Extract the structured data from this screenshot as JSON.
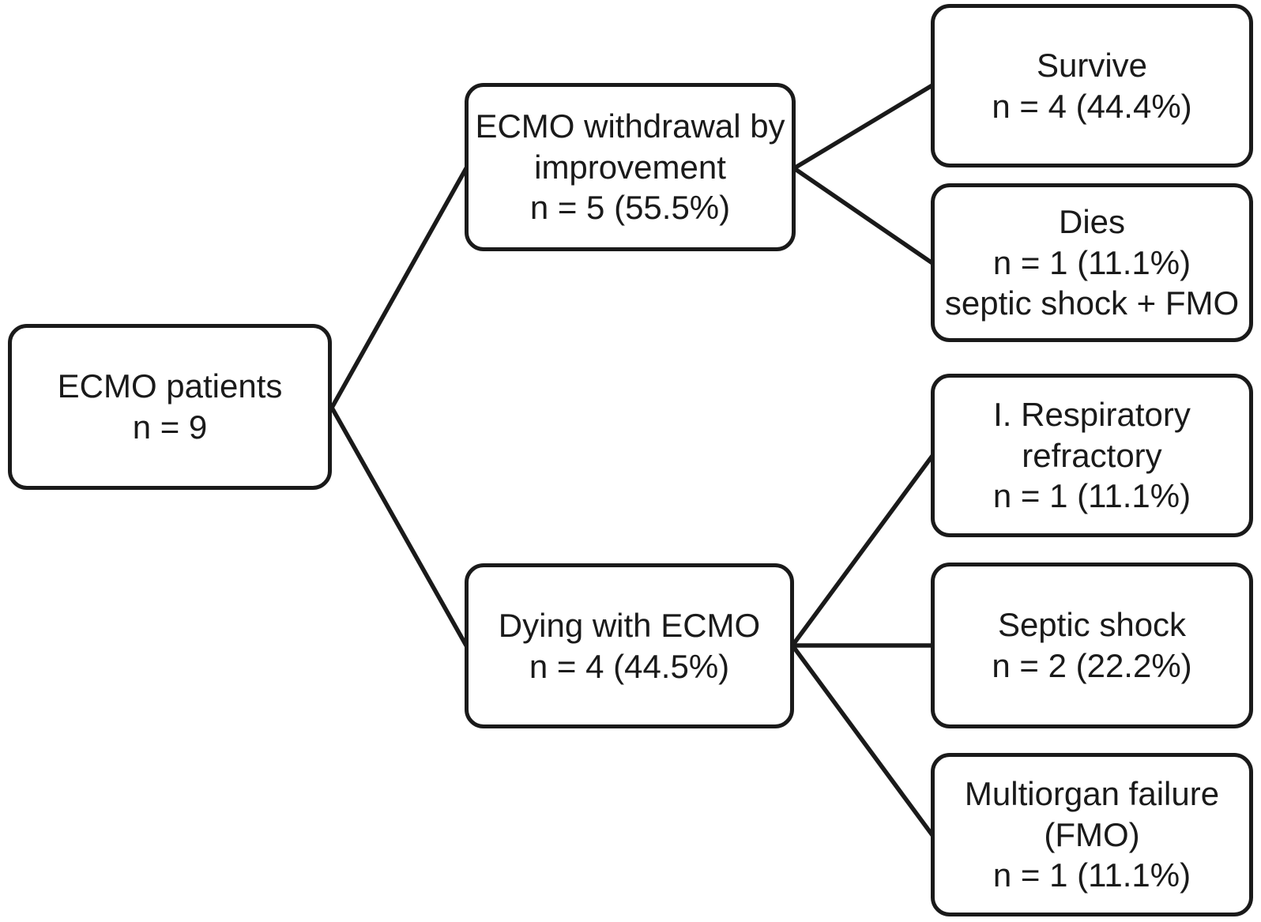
{
  "diagram": {
    "type": "flowchart",
    "nodes": {
      "ecmo_patients": {
        "lines": [
          "ECMO patients",
          "n = 9"
        ]
      },
      "withdrawal": {
        "lines": [
          "ECMO withdrawal by",
          "improvement",
          "n = 5 (55.5%)"
        ]
      },
      "dying": {
        "lines": [
          "Dying with ECMO",
          "n = 4 (44.5%)"
        ]
      },
      "survive": {
        "lines": [
          "Survive",
          "n = 4 (44.4%)"
        ]
      },
      "dies": {
        "lines": [
          "Dies",
          "n = 1 (11.1%)",
          "septic shock + FMO"
        ]
      },
      "respiratory": {
        "lines": [
          "I. Respiratory",
          "refractory",
          "n = 1 (11.1%)"
        ]
      },
      "septic_shock": {
        "lines": [
          "Septic shock",
          "n = 2 (22.2%)"
        ]
      },
      "multiorgan_failure": {
        "lines": [
          "Multiorgan failure",
          "(FMO)",
          "n = 1 (11.1%)"
        ]
      }
    },
    "edges": [
      {
        "from": "ecmo_patients",
        "to": "withdrawal"
      },
      {
        "from": "ecmo_patients",
        "to": "dying"
      },
      {
        "from": "withdrawal",
        "to": "survive"
      },
      {
        "from": "withdrawal",
        "to": "dies"
      },
      {
        "from": "dying",
        "to": "respiratory"
      },
      {
        "from": "dying",
        "to": "septic_shock"
      },
      {
        "from": "dying",
        "to": "multiorgan_failure"
      }
    ]
  },
  "colors": {
    "line": "#1a1a1a",
    "box_border": "#1a1a1a",
    "box_fill": "#ffffff",
    "background": "#ffffff",
    "text": "#1a1a1a"
  }
}
